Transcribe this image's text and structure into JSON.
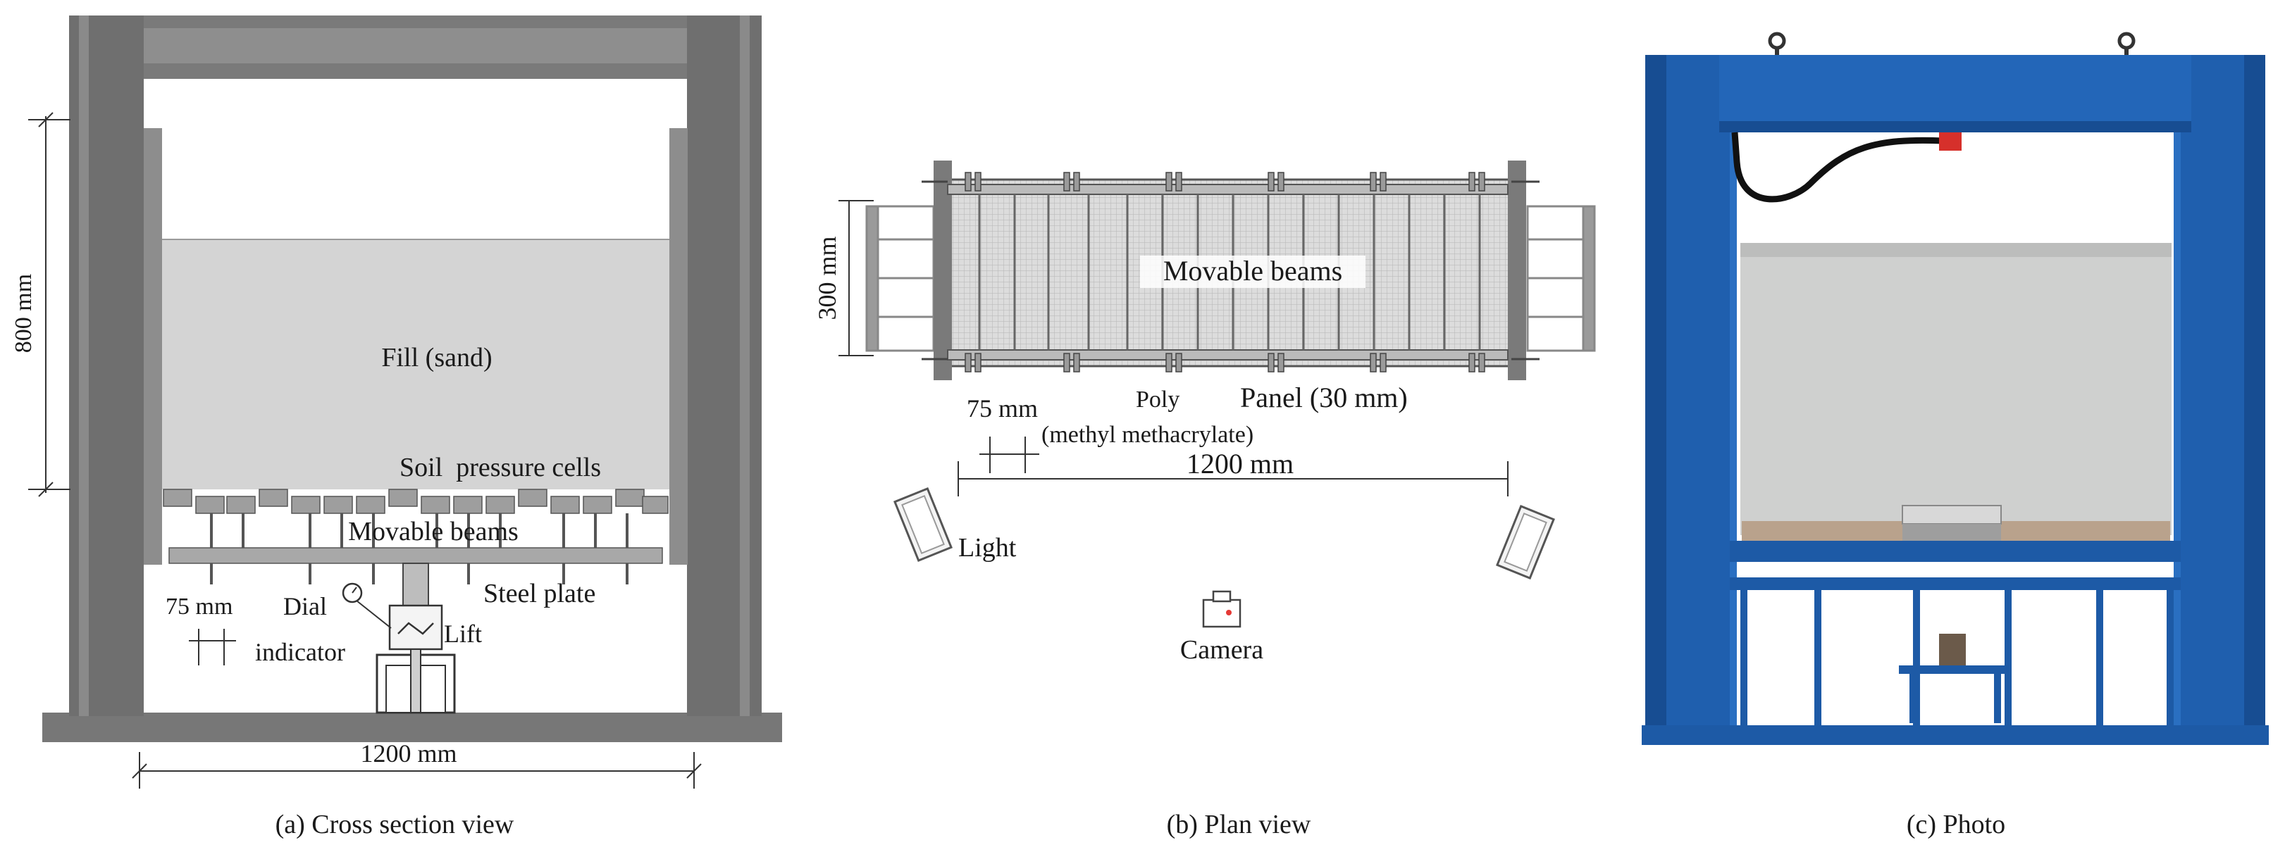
{
  "panel_a": {
    "caption": "(a) Cross section view",
    "height_dim": "800 mm",
    "fill_label": "Fill (sand)",
    "cells_label": "Soil  pressure cells",
    "beams_label": "Movable beams",
    "spacing_dim": "75 mm",
    "dial_label_1": "Dial",
    "dial_label_2": "indicator",
    "lift_label": "Lift",
    "plate_label": "Steel plate",
    "width_dim": "1200 mm"
  },
  "panel_b": {
    "caption": "(b) Plan view",
    "width_dim": "300 mm",
    "beams_label": "Movable beams",
    "spacing_dim": "75 mm",
    "poly_label": "Poly",
    "methyl_label": "(methyl methacrylate)",
    "panel_label": "Panel (30 mm)",
    "length_dim": "1200 mm",
    "light_label": "Light",
    "camera_label": "Camera"
  },
  "panel_c": {
    "caption": "(c) Photo"
  },
  "colors": {
    "frame_gray": "#6b6b6b",
    "fill_sand": "#d4d4d4",
    "frame_blue": "#1f5fae",
    "glass": "#cfd0cf"
  }
}
